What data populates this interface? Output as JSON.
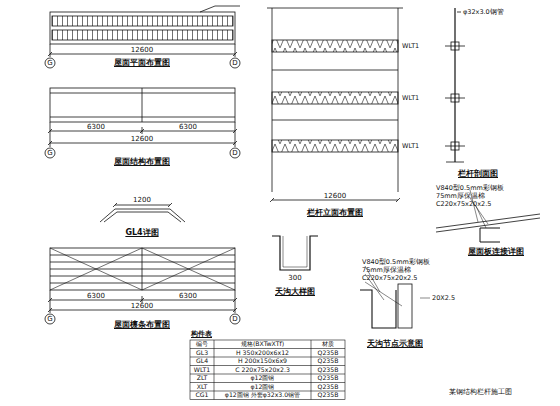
{
  "diagram": {
    "labels": [
      "G",
      "D",
      "12600",
      "屋面平面布置图",
      "G",
      "D",
      "6300",
      "6300",
      "12600",
      "屋面结构布置图",
      "1200",
      "GL4详图",
      "G",
      "D",
      "6300",
      "6300",
      "12600",
      "屋面檩条布置图",
      "栏杆立面布置图",
      "12600",
      "天沟大样图",
      "栏杆剖面图",
      "屋面板连接详图",
      "天沟节点示意图",
      "V840型0.5mm彩钢板",
      "75mm厚保温棉",
      "C220x75x20x2.5",
      "V840型0.5mm彩钢板",
      "75mm厚保温棉",
      "C220x75x20x2.5",
      "20X2.5",
      "构件表",
      "编号",
      "规格(BXTwXTf)",
      "材质",
      "GL3",
      "H 350x200x6x12",
      "Q235B",
      "GL4",
      "H 200x150x6x9",
      "Q235B",
      "WLT1",
      "C 220x75x20x2.3",
      "Q235B",
      "ZLT",
      "φ12圆钢",
      "Q235B",
      "XLT",
      "φ12圆钢",
      "Q235B",
      "CG1",
      "φ12圆钢 外套φ32x3.0钢管",
      "Q235B",
      "某钢结构栏杆施工图",
      "300",
      "WLT1",
      "WLT1",
      "WLT1",
      "φ32x3.0钢管"
    ]
  }
}
